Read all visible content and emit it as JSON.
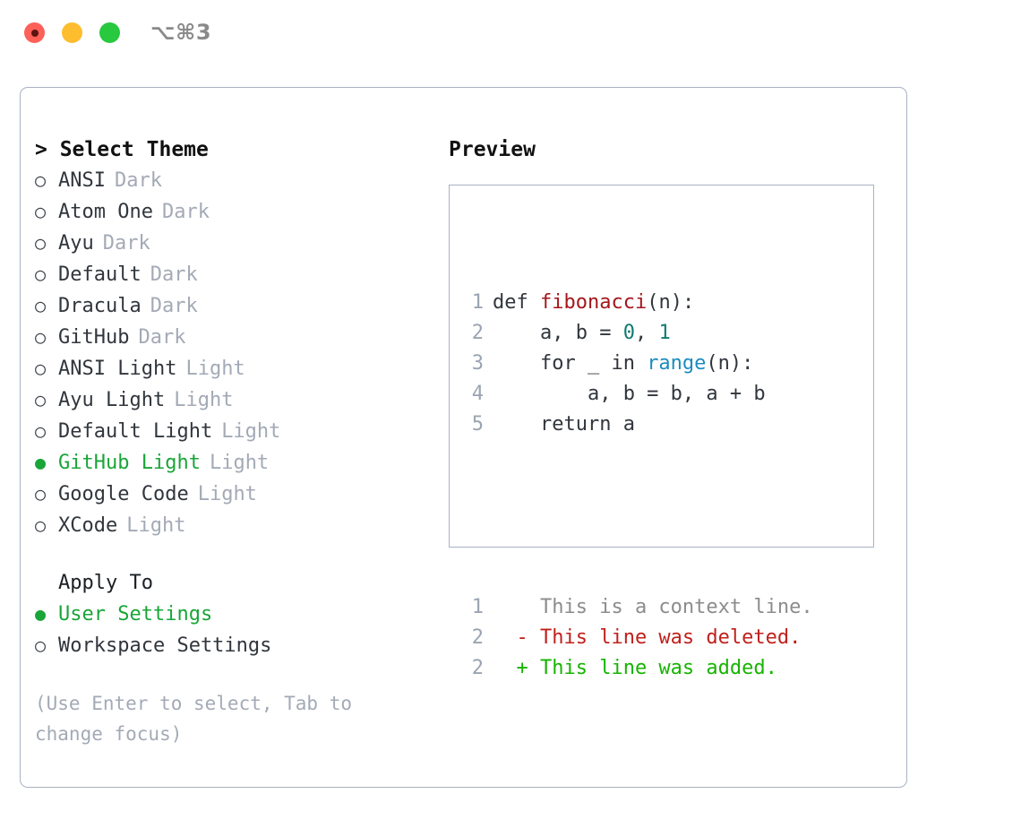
{
  "titlebar": {
    "shortcut": "⌥⌘3",
    "dots": [
      {
        "name": "close",
        "color": "#fc6058"
      },
      {
        "name": "minimize",
        "color": "#fdbd2e"
      },
      {
        "name": "maximize",
        "color": "#28c83f"
      }
    ]
  },
  "theme_picker": {
    "heading": "> Select Theme",
    "items": [
      {
        "marker": "○",
        "label": "ANSI",
        "badge": "Dark",
        "selected": false
      },
      {
        "marker": "○",
        "label": "Atom One",
        "badge": "Dark",
        "selected": false
      },
      {
        "marker": "○",
        "label": "Ayu",
        "badge": "Dark",
        "selected": false
      },
      {
        "marker": "○",
        "label": "Default",
        "badge": "Dark",
        "selected": false
      },
      {
        "marker": "○",
        "label": "Dracula",
        "badge": "Dark",
        "selected": false
      },
      {
        "marker": "○",
        "label": "GitHub",
        "badge": "Dark",
        "selected": false
      },
      {
        "marker": "○",
        "label": "ANSI Light",
        "badge": "Light",
        "selected": false
      },
      {
        "marker": "○",
        "label": "Ayu Light",
        "badge": "Light",
        "selected": false
      },
      {
        "marker": "○",
        "label": "Default Light",
        "badge": "Light",
        "selected": false
      },
      {
        "marker": "●",
        "label": "GitHub Light",
        "badge": "Light",
        "selected": true
      },
      {
        "marker": "○",
        "label": "Google Code",
        "badge": "Light",
        "selected": false
      },
      {
        "marker": "○",
        "label": "XCode",
        "badge": "Light",
        "selected": false
      }
    ]
  },
  "apply_to": {
    "label": "Apply To",
    "items": [
      {
        "marker": "●",
        "label": "User Settings",
        "selected": true
      },
      {
        "marker": "○",
        "label": "Workspace Settings",
        "selected": false
      }
    ]
  },
  "hint": "(Use Enter to select, Tab to change focus)",
  "preview": {
    "title": "Preview",
    "code_lines": [
      {
        "no": "1",
        "parts": [
          {
            "text": "def ",
            "type": "plain"
          },
          {
            "text": "fibonacci",
            "type": "fn"
          },
          {
            "text": "(n):",
            "type": "plain"
          }
        ]
      },
      {
        "no": "2",
        "parts": [
          {
            "text": "    a, b = ",
            "type": "plain"
          },
          {
            "text": "0",
            "type": "num"
          },
          {
            "text": ", ",
            "type": "plain"
          },
          {
            "text": "1",
            "type": "num"
          }
        ]
      },
      {
        "no": "3",
        "parts": [
          {
            "text": "    for _ in ",
            "type": "plain"
          },
          {
            "text": "range",
            "type": "call"
          },
          {
            "text": "(n):",
            "type": "plain"
          }
        ]
      },
      {
        "no": "4",
        "parts": [
          {
            "text": "        a, b = b, a + b",
            "type": "plain"
          }
        ]
      },
      {
        "no": "5",
        "parts": [
          {
            "text": "    return a",
            "type": "plain"
          }
        ]
      }
    ],
    "diff_lines": [
      {
        "no": "1",
        "prefix": "  ",
        "text": "This is a context line.",
        "type": "context"
      },
      {
        "no": "2",
        "prefix": "- ",
        "text": "This line was deleted.",
        "type": "deleted"
      },
      {
        "no": "2",
        "prefix": "+ ",
        "text": "This line was added.",
        "type": "added"
      }
    ]
  },
  "colors": {
    "accent_green": "#1aa538",
    "border": "#a8b2c1",
    "muted": "#a3aab6",
    "diff_add": "#16b400",
    "diff_del": "#c0201b",
    "syntax_fn": "#a4171c",
    "syntax_num": "#117a72",
    "syntax_call": "#1c8cc0"
  }
}
